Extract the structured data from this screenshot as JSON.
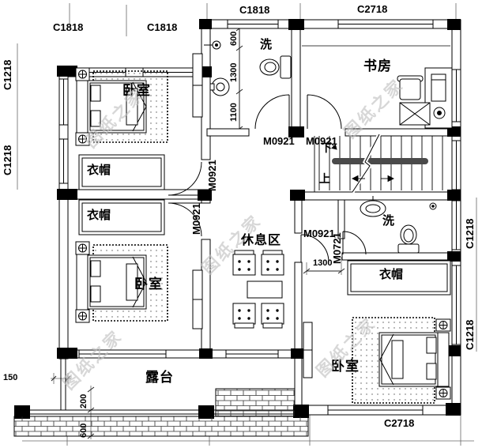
{
  "watermark": "图纸之家",
  "rooms": {
    "bedroom1": "卧室",
    "bedroom2": "卧室",
    "bedroom3": "卧室",
    "study": "书房",
    "bath1": "洗",
    "bath2": "洗",
    "lounge": "休息区",
    "terrace": "露台",
    "closet1": "衣帽",
    "closet2": "衣帽",
    "closet3": "衣帽"
  },
  "windows": {
    "top1": "C1818",
    "top2": "C1818",
    "top3": "C1818",
    "top4": "C2718",
    "left1": "C1218",
    "left2": "C1218",
    "right1": "C1218",
    "right2": "C1218",
    "bottom1": "C2718"
  },
  "doors": {
    "bath1_door": "M0921",
    "study_door": "M0921",
    "bedroom1_door": "M0921",
    "bedroom2_door": "M0921",
    "rear_hall_door": "M0921",
    "bath2_door": "M0721"
  },
  "dimensions": {
    "bath1_600": "600",
    "bath1_1300": "1300",
    "bath1_1100": "1100",
    "rear_1300": "1300",
    "terrace_150": "150",
    "terrace_200": "200",
    "terrace_600": "600"
  },
  "stairs": {
    "down": "下",
    "up": "上"
  }
}
